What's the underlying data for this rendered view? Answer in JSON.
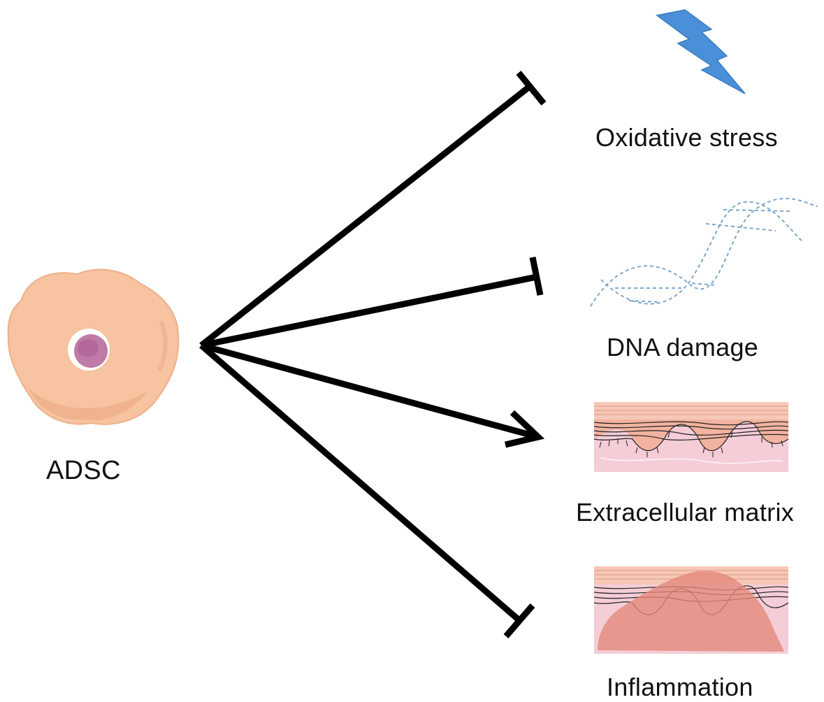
{
  "source": {
    "label": "ADSC"
  },
  "targets": [
    {
      "label": "Oxidative stress",
      "effect": "inhibits",
      "icon": "lightning-bolt-icon"
    },
    {
      "label": "DNA damage",
      "effect": "inhibits",
      "icon": "dna-helix-icon"
    },
    {
      "label": "Extracellular matrix",
      "effect": "promotes",
      "icon": "skin-tissue-icon"
    },
    {
      "label": "Inflammation",
      "effect": "inhibits",
      "icon": "inflamed-tissue-icon"
    }
  ],
  "colors": {
    "cell_body": "#f7c3a0",
    "cell_nucleus": "#c07aa8",
    "bolt": "#4a90d9",
    "dna": "#7fa7c9",
    "skin_top": "#f6c8b8",
    "skin_dermis": "#f4cdd6",
    "inflammation": "#e48a7a",
    "arrow": "#000000"
  }
}
